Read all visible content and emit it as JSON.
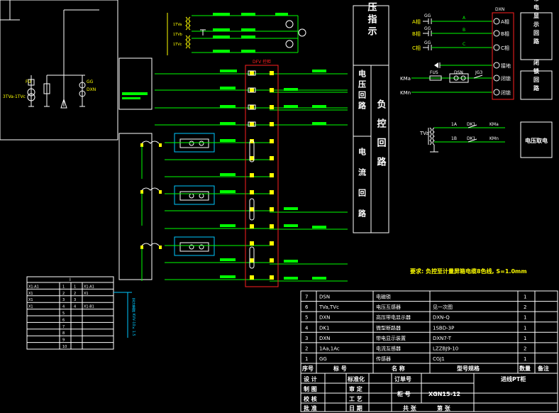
{
  "colors": {
    "background": "#000000",
    "white": "#ffffff",
    "green": "#00ff00",
    "yellow": "#ffff00",
    "red": "#ff2020",
    "cyan": "#00c8ff",
    "teal": "#00ffff"
  },
  "left_panel": {
    "fu_label": "FU",
    "tv_label": "3TVa-1TVc",
    "gg_label": "GG",
    "dxn_label": "DXN"
  },
  "top_schematic": {
    "tva": "1TVa",
    "tvb": "1TVb",
    "tvc": "1TVc"
  },
  "terminal_title": "DFV 控柜",
  "side_labels": {
    "voltage_indicate": "电压指示",
    "voltage_loop": "电压回路",
    "load_control": "负控回路",
    "current_loop": "电流回路"
  },
  "right_top": {
    "phase_a": "A相",
    "phase_b": "B相",
    "phase_c": "C相",
    "gg": "GG",
    "a": "A",
    "b": "B",
    "c": "C",
    "dxn": "DXN",
    "out_a": "A相",
    "out_b": "B相",
    "out_c": "C相",
    "ground": "接地",
    "lock1": "闭锁",
    "lock2": "闭锁",
    "kma": "KMa",
    "kmn": "KMn",
    "fus": "FUS",
    "dsn": "DSN",
    "jg": "JG3",
    "box_live": "带电显示回路",
    "box_lock": "闭锁回路",
    "box_power": "电压取电"
  },
  "dk_block": {
    "tva": "TVa",
    "dk1": "DK1",
    "dk2": "DK1",
    "k1": "1A",
    "k2": "1B",
    "km1": "KMa",
    "km2": "KMn"
  },
  "requirement_note": "要求: 负控至计量屏箱电缆8色线, S=1.0mm",
  "parts_table": {
    "rows": [
      {
        "no": "7",
        "code": "DSN",
        "name": "电磁锁",
        "model": "",
        "qty": "1",
        "note": ""
      },
      {
        "no": "6",
        "code": "TVa,TVc",
        "name": "电压互感器",
        "model": "见一次图",
        "qty": "2",
        "note": ""
      },
      {
        "no": "5",
        "code": "DXN",
        "name": "高压带电显示器",
        "model": "DXN-Q",
        "qty": "1",
        "note": ""
      },
      {
        "no": "4",
        "code": "DK1",
        "name": "微型断路器",
        "model": "1SBD-3P",
        "qty": "1",
        "note": ""
      },
      {
        "no": "3",
        "code": "DXN",
        "name": "带电显示装置",
        "model": "DXN7-T",
        "qty": "1",
        "note": ""
      },
      {
        "no": "2",
        "code": "1Aa,1Ac",
        "name": "电流互感器",
        "model": "LZZBJ9-10",
        "qty": "2",
        "note": ""
      },
      {
        "no": "1",
        "code": "GG",
        "name": "传感器",
        "model": "CGJ1",
        "qty": "1",
        "note": ""
      }
    ],
    "header": {
      "no": "序号",
      "code": "标 号",
      "name": "名 称",
      "model": "型号规格",
      "qty": "数量",
      "note": "备注"
    }
  },
  "title_block": {
    "design": "设 计",
    "drawing": "制 图",
    "check": "校 核",
    "approve": "批 准",
    "standard": "标准化",
    "review": "审 定",
    "craft": "工 艺",
    "date": "日 期",
    "order_no": "订单号",
    "cabinet_no": "柜 号",
    "cabinet_type": "XGN15-12",
    "total": "共 张",
    "sheet": "第 张",
    "title": "进线PT柜"
  },
  "mini_table": {
    "header": "I",
    "rows": [
      [
        "X1-A1",
        "1",
        "1",
        "X1-A1"
      ],
      [
        "X1",
        "2",
        "2",
        "X1"
      ],
      [
        "X1",
        "3",
        "3",
        ""
      ],
      [
        "X1",
        "4",
        "4",
        "X1-B1"
      ],
      [
        "",
        "5",
        "",
        ""
      ],
      [
        "",
        "6",
        "",
        ""
      ],
      [
        "",
        "7",
        "",
        ""
      ],
      [
        "",
        "8",
        "",
        ""
      ],
      [
        "",
        "9",
        "",
        ""
      ],
      [
        "",
        "10",
        "",
        ""
      ]
    ],
    "cable_note": "至计量屏 KVV-10×1.5"
  }
}
